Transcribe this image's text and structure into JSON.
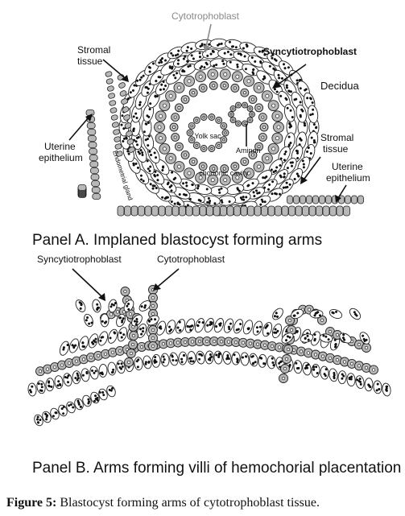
{
  "panel_a": {
    "title": "Panel A. Implaned blastocyst forming arms",
    "labels": {
      "cytotrophoblast": "Cytotrophoblast",
      "syncytiotrophoblast": "Syncytiotrophoblast",
      "stromal_tissue_left_1": "Stromal",
      "stromal_tissue_left_2": "tissue",
      "decidua": "Decidua",
      "uterine_epithelium_left_1": "Uterine",
      "uterine_epithelium_left_2": "epithelium",
      "yolk_sac": "Yolk sac",
      "aminon": "Aminon",
      "chorionic_cavity": "chorionic cavity",
      "endometrial_gland": "Endometrial gland",
      "stromal_tissue_right_1": "Stromal",
      "stromal_tissue_right_2": "tissue",
      "uterine_epithelium_right_1": "Uterine",
      "uterine_epithelium_right_2": "epithelium"
    }
  },
  "panel_b": {
    "title": "Panel B. Arms forming villi of hemochorial placentation",
    "labels": {
      "syncytiotrophoblast": "Syncytiotrophoblast",
      "cytotrophoblast": "Cytotrophoblast"
    }
  },
  "caption": {
    "label": "Figure 5:",
    "text": "Blastocyst forming arms of cytotrophoblast tissue."
  },
  "colors": {
    "cell_fill": "#b8b8b8",
    "cell_stroke": "#222222",
    "label_gray": "#8a8a8a",
    "text": "#111111"
  }
}
